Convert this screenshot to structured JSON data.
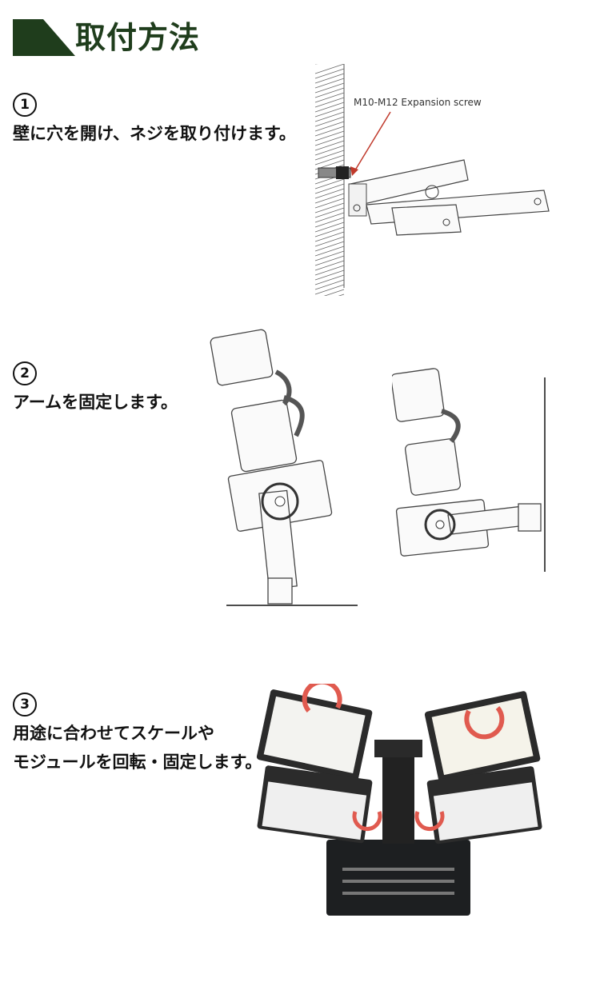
{
  "header": {
    "title": "取付方法",
    "color": "#1f3d1c"
  },
  "steps": [
    {
      "number": "1",
      "text": "壁に穴を開け、ネジを取り付けます。",
      "annotation": "M10-M12 Expansion screw"
    },
    {
      "number": "2",
      "text": "アームを固定します。"
    },
    {
      "number": "3",
      "text_line1": "用途に合わせてスケールや",
      "text_line2": "モジュールを回転・固定します。"
    }
  ]
}
